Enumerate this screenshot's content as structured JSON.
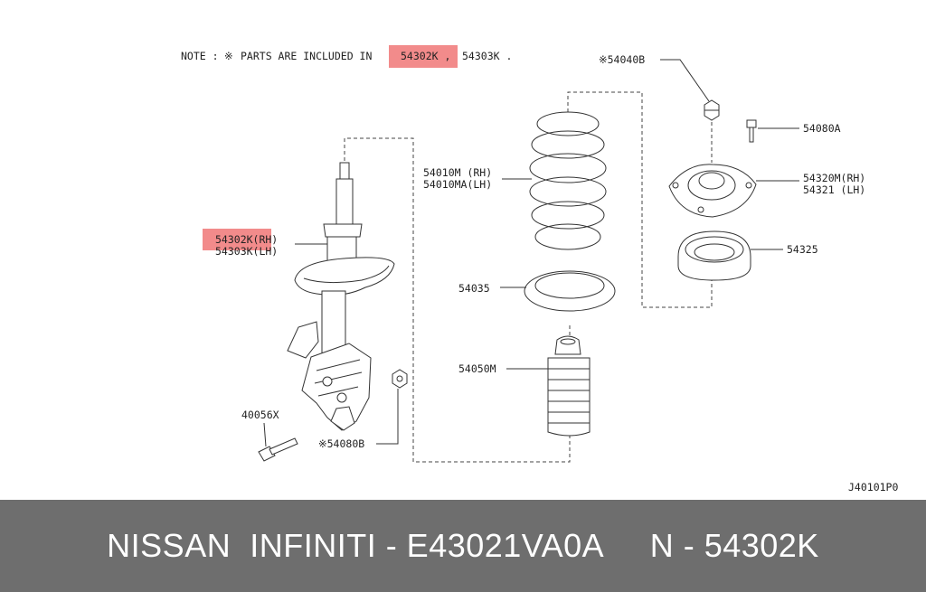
{
  "note": {
    "prefix": "NOTE :",
    "mark": "※",
    "text": "PARTS ARE INCLUDED IN",
    "highlighted": "54302K ,",
    "suffix": "54303K ."
  },
  "labels": {
    "strut_rh": "54302K(RH)",
    "strut_lh": "54303K(LH)",
    "nut_top": "※54040B",
    "bolt_top": "54080A",
    "mount_rh": "54320M(RH)",
    "mount_lh": "54321 (LH)",
    "bearing": "54325",
    "spring_rh": "54010M (RH)",
    "spring_lh": "54010MA(LH)",
    "seat": "54035",
    "bumper": "54050M",
    "bolt_bottom": "40056X",
    "nut_bottom": "※54080B",
    "diagram_id": "J40101P0"
  },
  "highlight_color": "#f28b8b",
  "footer": {
    "text": "NISSAN  INFINITI - E43021VA0A     N - 54302K"
  }
}
